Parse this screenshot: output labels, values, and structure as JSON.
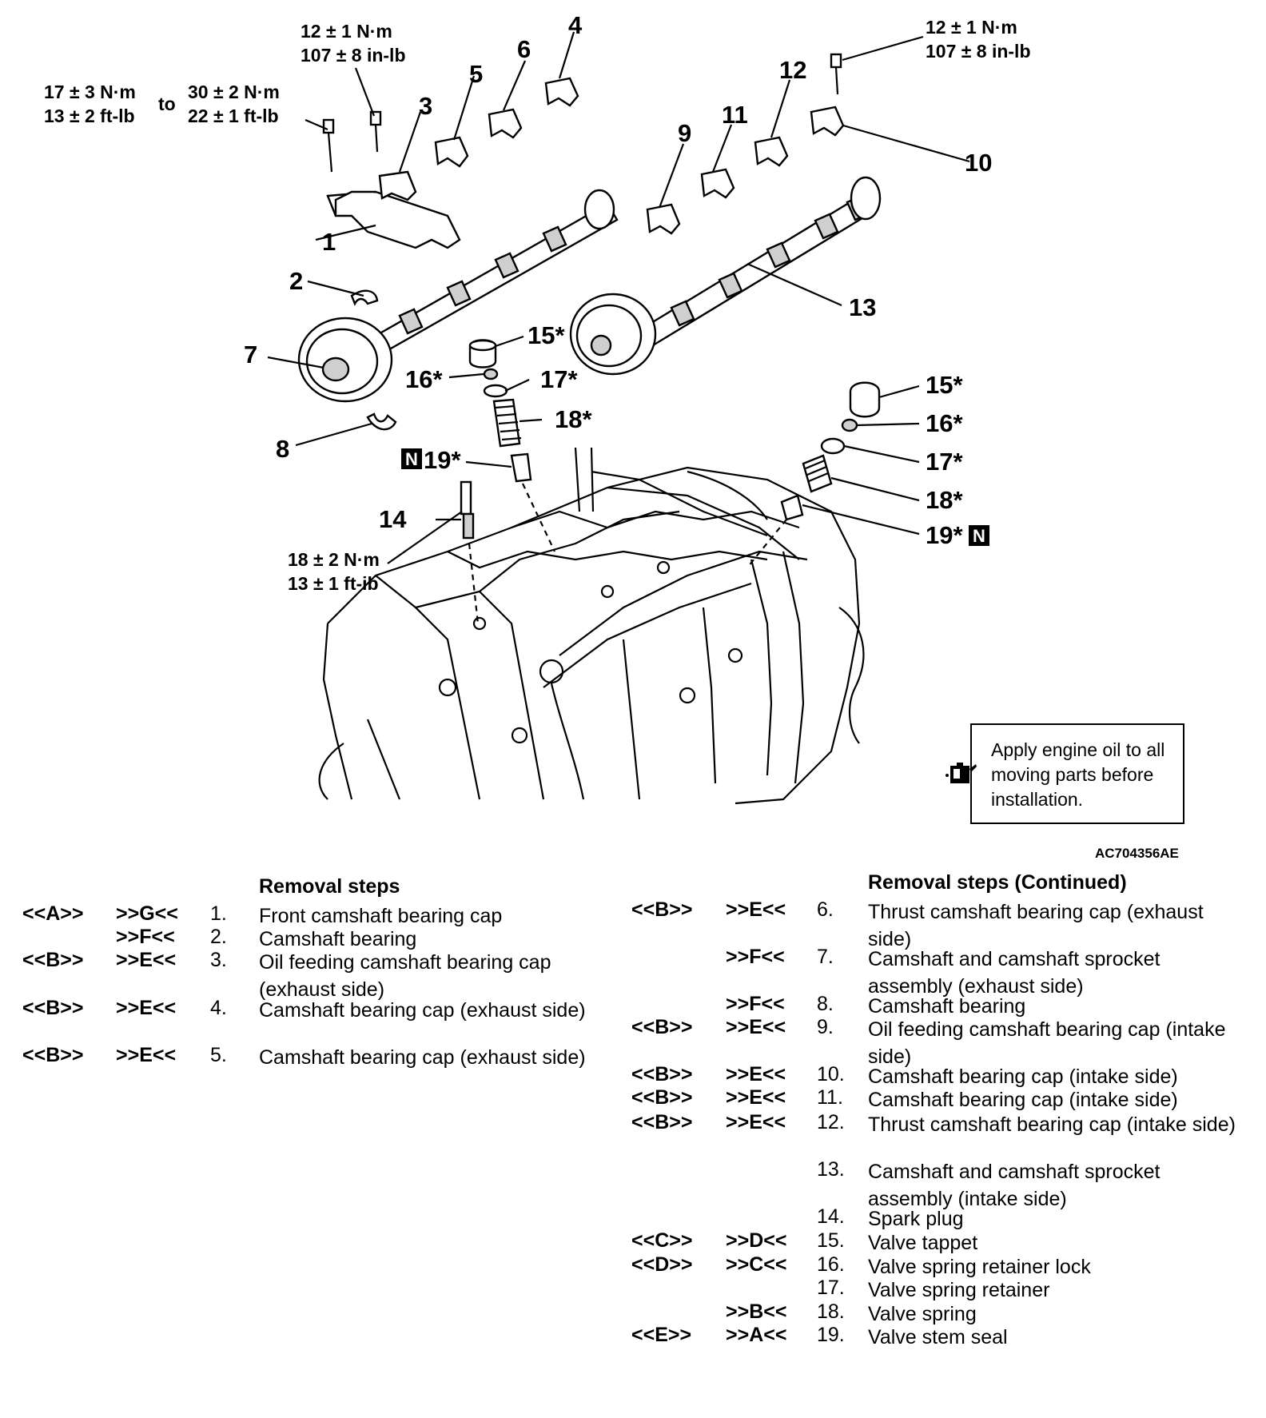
{
  "diagram": {
    "torque_front_cap_min": [
      "17 ± 3 N·m",
      "13 ± 2 ft-lb"
    ],
    "torque_to_word": "to",
    "torque_front_cap_max": [
      "30 ± 2 N·m",
      "22 ± 1 ft-lb"
    ],
    "torque_exhaust_cap": [
      "12 ± 1 N·m",
      "107 ± 8 in-lb"
    ],
    "torque_intake_cap": [
      "12 ± 1 N·m",
      "107 ± 8 in-lb"
    ],
    "torque_spark_plug": [
      "18 ± 2 N·m",
      "13 ± 1 ft-ib"
    ],
    "labels": {
      "n1": "1",
      "n2": "2",
      "n3": "3",
      "n4": "4",
      "n5": "5",
      "n6": "6",
      "n7": "7",
      "n8": "8",
      "n9": "9",
      "n10": "10",
      "n11": "11",
      "n12": "12",
      "n13": "13",
      "n14": "14",
      "n15a": "15*",
      "n16a": "16*",
      "n17a": "17*",
      "n18a": "18*",
      "n19a": "19*",
      "n15b": "15*",
      "n16b": "16*",
      "n17b": "17*",
      "n18b": "18*",
      "n19b": "19*",
      "new_part_mark": "N"
    },
    "oil_note": "Apply engine oil to all moving parts before installation.",
    "figure_code": "AC704356AE",
    "icons": {
      "oil_can": "oil-can-icon"
    }
  },
  "removal_steps_left": {
    "title": "Removal steps",
    "rows": [
      {
        "removal": "<<A>>",
        "install": ">>G<<",
        "num": "1.",
        "name": "Front camshaft bearing cap"
      },
      {
        "removal": "",
        "install": ">>F<<",
        "num": "2.",
        "name": "Camshaft bearing"
      },
      {
        "removal": "<<B>>",
        "install": ">>E<<",
        "num": "3.",
        "name": "Oil feeding camshaft bearing cap (exhaust side)"
      },
      {
        "removal": "<<B>>",
        "install": ">>E<<",
        "num": "4.",
        "name": "Camshaft bearing cap (exhaust side)"
      },
      {
        "removal": "<<B>>",
        "install": ">>E<<",
        "num": "5.",
        "name": "Camshaft bearing cap (exhaust side)"
      }
    ]
  },
  "removal_steps_right": {
    "title": "Removal steps (Continued)",
    "rows": [
      {
        "removal": "<<B>>",
        "install": ">>E<<",
        "num": "6.",
        "name": "Thrust camshaft bearing cap (exhaust side)"
      },
      {
        "removal": "",
        "install": ">>F<<",
        "num": "7.",
        "name": "Camshaft and camshaft sprocket assembly (exhaust side)"
      },
      {
        "removal": "",
        "install": ">>F<<",
        "num": "8.",
        "name": "Camshaft bearing"
      },
      {
        "removal": "<<B>>",
        "install": ">>E<<",
        "num": "9.",
        "name": "Oil feeding camshaft bearing cap (intake side)"
      },
      {
        "removal": "<<B>>",
        "install": ">>E<<",
        "num": "10.",
        "name": "Camshaft bearing cap (intake side)"
      },
      {
        "removal": "<<B>>",
        "install": ">>E<<",
        "num": "11.",
        "name": "Camshaft bearing cap (intake side)"
      },
      {
        "removal": "<<B>>",
        "install": ">>E<<",
        "num": "12.",
        "name": "Thrust camshaft bearing cap (intake side)"
      },
      {
        "removal": "",
        "install": "",
        "num": "13.",
        "name": "Camshaft and camshaft sprocket assembly (intake side)"
      },
      {
        "removal": "",
        "install": "",
        "num": "14.",
        "name": "Spark plug"
      },
      {
        "removal": "<<C>>",
        "install": ">>D<<",
        "num": "15.",
        "name": "Valve tappet"
      },
      {
        "removal": "<<D>>",
        "install": ">>C<<",
        "num": "16.",
        "name": "Valve spring retainer lock"
      },
      {
        "removal": "",
        "install": "",
        "num": "17.",
        "name": "Valve spring retainer"
      },
      {
        "removal": "",
        "install": ">>B<<",
        "num": "18.",
        "name": "Valve spring"
      },
      {
        "removal": "<<E>>",
        "install": ">>A<<",
        "num": "19.",
        "name": "Valve stem seal"
      }
    ]
  }
}
